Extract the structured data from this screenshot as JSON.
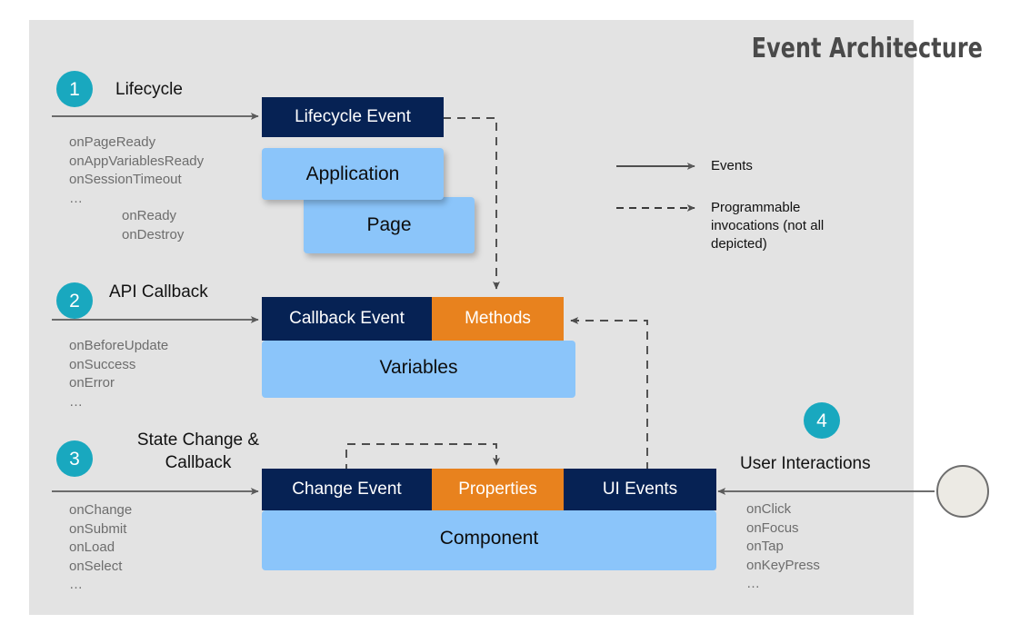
{
  "title": "Event Architecture",
  "steps": [
    {
      "number": "1",
      "label": "Lifecycle",
      "events": "onPageReady\nonAppVariablesReady\nonSessionTimeout\n…",
      "events_indented": "onReady\nonDestroy",
      "boxes": {
        "event": "Lifecycle Event",
        "owner": "Application",
        "secondary": "Page"
      }
    },
    {
      "number": "2",
      "label": "API Callback",
      "events": "onBeforeUpdate\nonSuccess\nonError\n…",
      "boxes": {
        "event": "Callback Event",
        "methods": "Methods",
        "owner": "Variables"
      }
    },
    {
      "number": "3",
      "label_line1": "State Change &",
      "label_line2": "Callback",
      "events": "onChange\nonSubmit\nonLoad\nonSelect\n…",
      "boxes": {
        "event": "Change Event",
        "properties": "Properties",
        "ui_events": "UI Events",
        "owner": "Component"
      }
    },
    {
      "number": "4",
      "label": "User Interactions",
      "events": "onClick\nonFocus\nonTap\nonKeyPress\n…"
    }
  ],
  "legend": {
    "solid_label": "Events",
    "dashed_label_line1": "Programmable",
    "dashed_label_line2": "invocations (not all",
    "dashed_label_line3": "depicted)"
  },
  "colors": {
    "panel_bg": "#e3e3e3",
    "navy": "#062254",
    "orange": "#e8821e",
    "light_blue": "#8bc5fa",
    "teal": "#19a8bf",
    "arrow_gray": "#5a5a5a",
    "title_gray": "#4a4a4a",
    "list_gray": "#6d6d6d"
  }
}
